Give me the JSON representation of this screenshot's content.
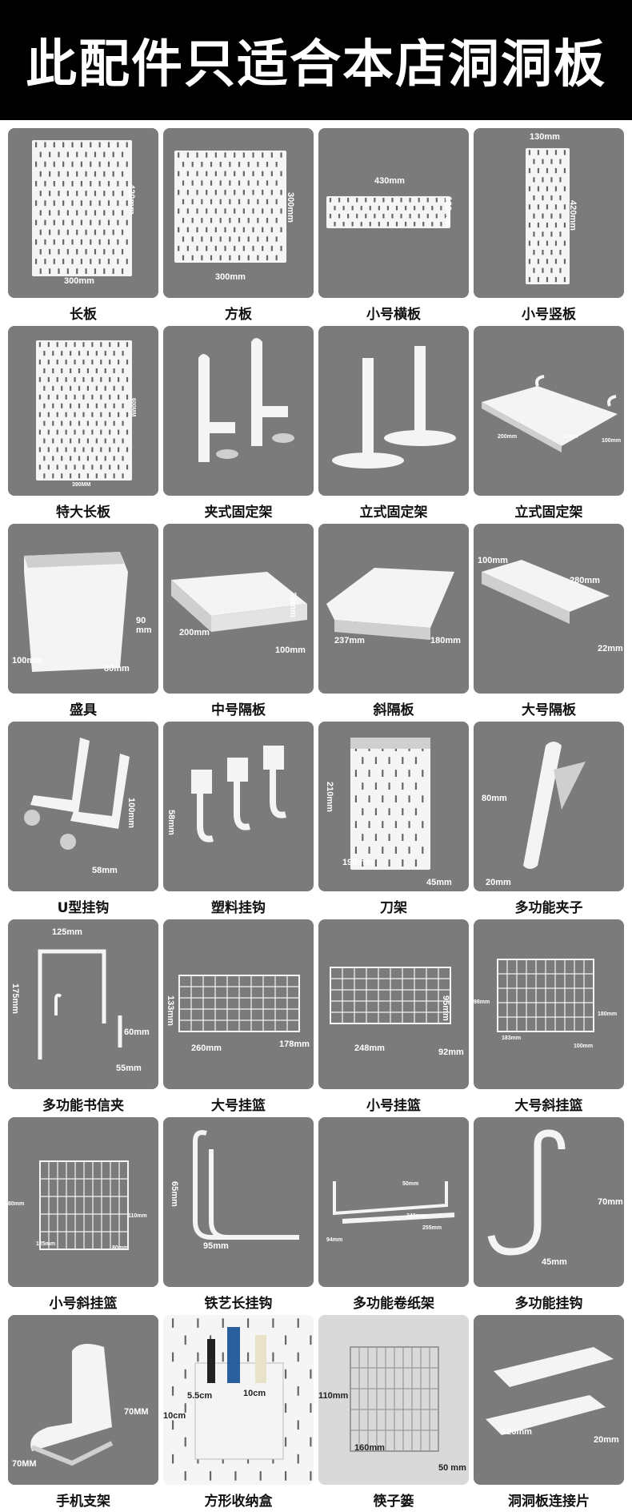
{
  "banner": {
    "title": "此配件只适合本店洞洞板"
  },
  "items": [
    {
      "label": "长板",
      "dims": [
        "420mm",
        "300mm"
      ]
    },
    {
      "label": "方板",
      "dims": [
        "300mm",
        "300mm"
      ]
    },
    {
      "label": "小号横板",
      "dims": [
        "430mm",
        "120mm"
      ]
    },
    {
      "label": "小号竖板",
      "dims": [
        "130mm",
        "420mm"
      ]
    },
    {
      "label": "特大长板",
      "dims": [
        "600MM",
        "390MM"
      ]
    },
    {
      "label": "夹式固定架",
      "dims": []
    },
    {
      "label": "立式固定架",
      "dims": []
    },
    {
      "label": "立式固定架",
      "dims": [
        "200mm",
        "10mm",
        "100mm"
      ]
    },
    {
      "label": "盛具",
      "dims": [
        "90",
        "mm",
        "100mm",
        "80mm"
      ]
    },
    {
      "label": "中号隔板",
      "dims": [
        "36mm",
        "200mm",
        "100mm"
      ]
    },
    {
      "label": "斜隔板",
      "dims": [
        "237mm",
        "180mm"
      ]
    },
    {
      "label": "大号隔板",
      "dims": [
        "100mm",
        "280mm",
        "22mm"
      ]
    },
    {
      "label": "U型挂钩",
      "dims": [
        "100mm",
        "58mm"
      ]
    },
    {
      "label": "塑料挂钩",
      "dims": [
        "58mm"
      ]
    },
    {
      "label": "刀架",
      "dims": [
        "210mm",
        "190mm",
        "45mm"
      ]
    },
    {
      "label": "多功能夹子",
      "dims": [
        "80mm",
        "20mm"
      ]
    },
    {
      "label": "多功能书信夹",
      "dims": [
        "125mm",
        "175mm",
        "60mm",
        "55mm"
      ]
    },
    {
      "label": "大号挂篮",
      "dims": [
        "133mm",
        "260mm",
        "178mm"
      ]
    },
    {
      "label": "小号挂篮",
      "dims": [
        "95mm",
        "248mm",
        "92mm"
      ]
    },
    {
      "label": "大号斜挂篮",
      "dims": [
        "98mm",
        "180mm",
        "183mm",
        "100mm"
      ]
    },
    {
      "label": "小号斜挂篮",
      "dims": [
        "80mm",
        "110mm",
        "125mm",
        "80mm"
      ]
    },
    {
      "label": "铁艺长挂钩",
      "dims": [
        "65mm",
        "95mm"
      ]
    },
    {
      "label": "多功能卷纸架",
      "dims": [
        "50mm",
        "240mm",
        "94mm",
        "255mm"
      ]
    },
    {
      "label": "多功能挂钩",
      "dims": [
        "70mm",
        "45mm"
      ]
    },
    {
      "label": "手机支架",
      "dims": [
        "70MM",
        "70MM"
      ]
    },
    {
      "label": "方形收纳盒",
      "dims": [
        "5.5cm",
        "10cm",
        "10cm"
      ]
    },
    {
      "label": "筷子篓",
      "dims": [
        "110mm",
        "160mm",
        "50 mm"
      ]
    },
    {
      "label": "洞洞板连接片",
      "dims": [
        "126mm",
        "20mm"
      ]
    }
  ]
}
